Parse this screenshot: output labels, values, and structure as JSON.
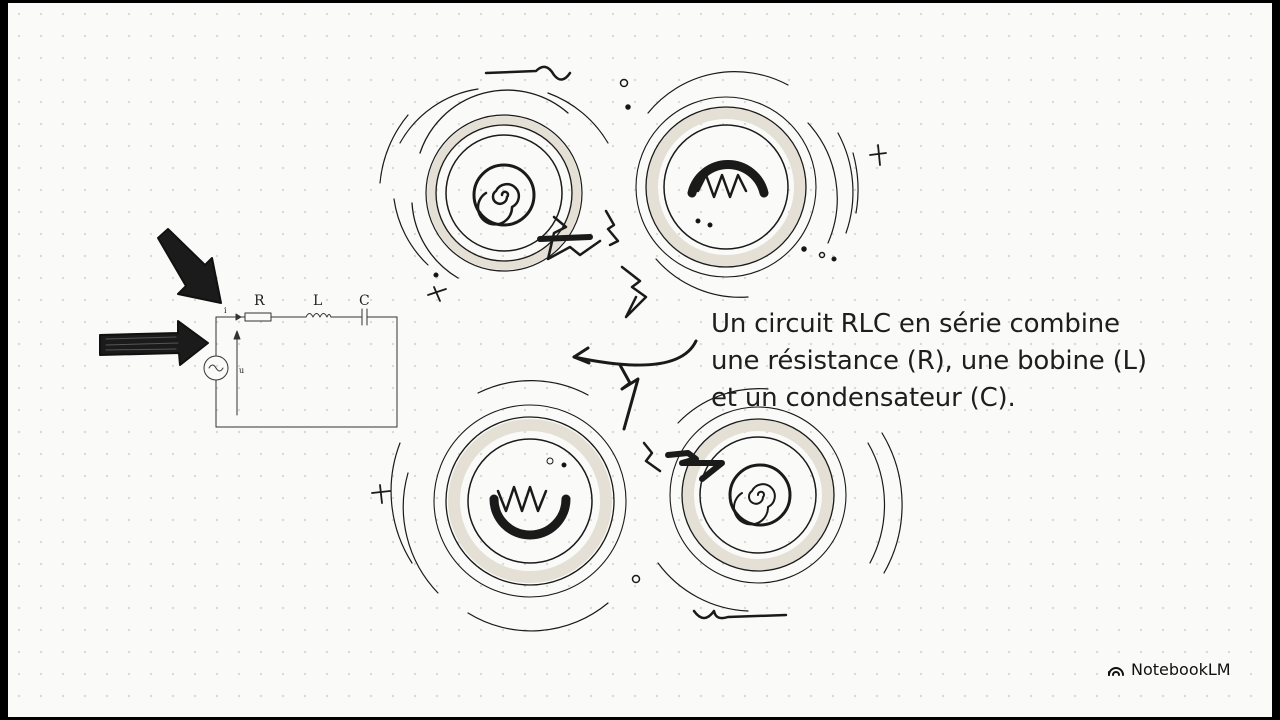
{
  "caption": {
    "line1": "Un circuit RLC en série combine",
    "line2": "une résistance (R), une bobine (L)",
    "line3": "et un condensateur (C)."
  },
  "circuit": {
    "label_r": "R",
    "label_l": "L",
    "label_c": "C",
    "label_u": "u",
    "label_i": "i"
  },
  "brand": {
    "name": "NotebookLM",
    "icon": "notebooklm-logo-icon"
  }
}
